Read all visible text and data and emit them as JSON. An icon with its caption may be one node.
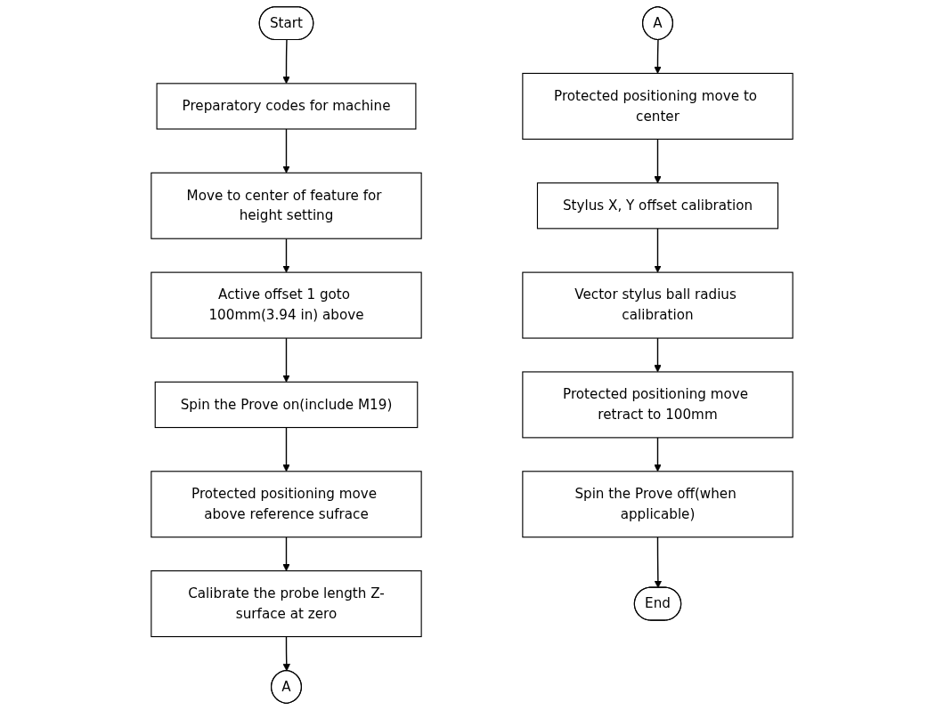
{
  "diagram": {
    "nodes": [
      {
        "text": [
          "Start"
        ]
      },
      {
        "text": [
          "Preparatory codes for machine"
        ]
      },
      {
        "text": [
          "Move to center of feature for height setting"
        ]
      },
      {
        "text": [
          "Active offset 1 goto 100mm(3.94 in) above"
        ]
      },
      {
        "text": [
          "Spin the Prove on(include M19)"
        ]
      },
      {
        "text": [
          "Protected positioning move above reference sufrace"
        ]
      },
      {
        "text": [
          "Calibrate the probe length Z-surface at zero"
        ]
      },
      {
        "text": [
          "A"
        ]
      },
      {
        "text": [
          "A"
        ]
      },
      {
        "text": [
          "Protected positioning move to center"
        ]
      },
      {
        "text": [
          "Stylus X, Y offset calibration"
        ]
      },
      {
        "text": [
          "Vector stylus ball radius calibration"
        ]
      },
      {
        "text": [
          "Protected positioning move retract to 100mm"
        ]
      },
      {
        "text": [
          "Spin the Prove off(when applicable)"
        ]
      },
      {
        "text": [
          "End"
        ]
      }
    ],
    "edges": [
      {
        "from": 0,
        "to": 1,
        "arrow": "to"
      },
      {
        "from": 1,
        "to": 2,
        "arrow": "to"
      },
      {
        "from": 2,
        "to": 3,
        "arrow": "to"
      },
      {
        "from": 3,
        "to": 4,
        "arrow": "to"
      },
      {
        "from": 4,
        "to": 5,
        "arrow": "to"
      },
      {
        "from": 5,
        "to": 6,
        "arrow": "to"
      },
      {
        "from": 6,
        "to": 7,
        "arrow": "to"
      },
      {
        "from": 8,
        "to": 9,
        "arrow": "to"
      },
      {
        "from": 9,
        "to": 10,
        "arrow": "to"
      },
      {
        "from": 10,
        "to": 11,
        "arrow": "to"
      },
      {
        "from": 11,
        "to": 12,
        "arrow": "to"
      },
      {
        "from": 12,
        "to": 13,
        "arrow": "to"
      },
      {
        "from": 13,
        "to": 14,
        "arrow": "to"
      }
    ]
  }
}
